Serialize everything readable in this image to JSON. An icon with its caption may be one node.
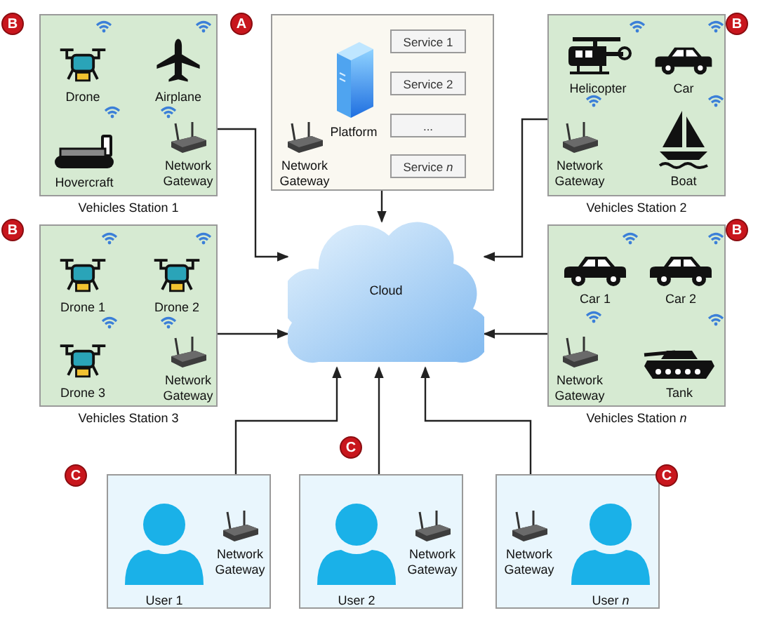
{
  "diagram": {
    "nodes": [
      {
        "text": [],
        "shape": "box",
        "beside": [
          "A"
        ]
      },
      {
        "text": [
          "Platform"
        ],
        "in": 0
      },
      {
        "text": [
          "Service 1"
        ],
        "in": 0
      },
      {
        "text": [
          "Service 2"
        ],
        "in": 0
      },
      {
        "text": [
          "..."
        ],
        "in": 0
      },
      {
        "text": [
          "Service *n*"
        ],
        "in": 0
      },
      {
        "text": [
          "Network Gateway"
        ],
        "in": 0
      },
      {
        "text": [
          "Vehicles Station 1"
        ],
        "beside": [
          "B"
        ]
      },
      {
        "text": [
          "Drone"
        ],
        "in": 7
      },
      {
        "text": [
          "Airplane"
        ],
        "in": 7
      },
      {
        "text": [
          "Hovercraft"
        ],
        "in": 7
      },
      {
        "text": [
          "Network Gateway"
        ],
        "in": 7
      },
      {
        "text": [
          "Vehicles Station 2"
        ],
        "beside": [
          "B"
        ]
      },
      {
        "text": [
          "Helicopter"
        ],
        "in": 12
      },
      {
        "text": [
          "Car"
        ],
        "in": 12
      },
      {
        "text": [
          "Network Gateway"
        ],
        "in": 12
      },
      {
        "text": [
          "Boat"
        ],
        "in": 12
      },
      {
        "text": [
          "Vehicles Station 3"
        ],
        "beside": [
          "B"
        ]
      },
      {
        "text": [
          "Drone 1"
        ],
        "in": 17
      },
      {
        "text": [
          "Drone 2"
        ],
        "in": 17
      },
      {
        "text": [
          "Drone 3"
        ],
        "in": 17
      },
      {
        "text": [
          "Network Gateway"
        ],
        "in": 17
      },
      {
        "text": [
          "Vehicles Station *n*"
        ],
        "beside": [
          "B"
        ]
      },
      {
        "text": [
          "Car 1"
        ],
        "in": 22
      },
      {
        "text": [
          "Car 2"
        ],
        "in": 22
      },
      {
        "text": [
          "Network Gateway"
        ],
        "in": 22
      },
      {
        "text": [
          "Tank"
        ],
        "in": 22
      },
      {
        "text": [
          "Cloud"
        ]
      },
      {
        "text": [],
        "shape": "box",
        "beside": [
          "C"
        ]
      },
      {
        "text": [
          "User 1"
        ],
        "in": 28
      },
      {
        "text": [
          "Network Gateway"
        ],
        "in": 28
      },
      {
        "text": [],
        "shape": "box",
        "beside": [
          "C"
        ]
      },
      {
        "text": [
          "User 2"
        ],
        "in": 31
      },
      {
        "text": [
          "Network Gateway"
        ],
        "in": 31
      },
      {
        "text": [],
        "shape": "box",
        "beside": [
          "C"
        ]
      },
      {
        "text": [
          "Network Gateway"
        ],
        "in": 34
      },
      {
        "text": [
          "User *n*"
        ],
        "in": 34
      }
    ],
    "edges": [
      {
        "from": 11,
        "to": 27,
        "arrow": "to"
      },
      {
        "from": 6,
        "to": 27,
        "arrow": "to"
      },
      {
        "from": 15,
        "to": 27,
        "arrow": "to"
      },
      {
        "from": 21,
        "to": 27,
        "arrow": "to"
      },
      {
        "from": 25,
        "to": 27,
        "arrow": "to"
      },
      {
        "from": 30,
        "to": 27,
        "arrow": "to"
      },
      {
        "from": 33,
        "to": 27,
        "arrow": "to"
      },
      {
        "from": 35,
        "to": 27,
        "arrow": "to"
      }
    ]
  }
}
